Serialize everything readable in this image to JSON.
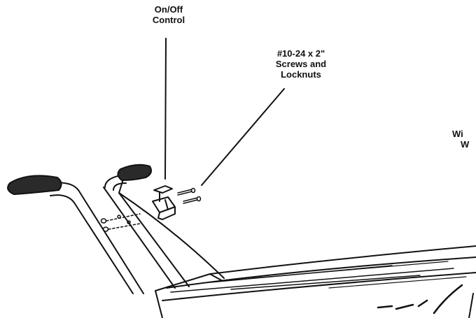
{
  "labels": {
    "on_off_control": [
      "On/Off",
      "Control"
    ],
    "screws_locknuts": [
      "#10-24 x 2\"",
      "Screws and",
      "Locknuts"
    ],
    "cut_off_text": [
      "Wi",
      "W"
    ]
  }
}
